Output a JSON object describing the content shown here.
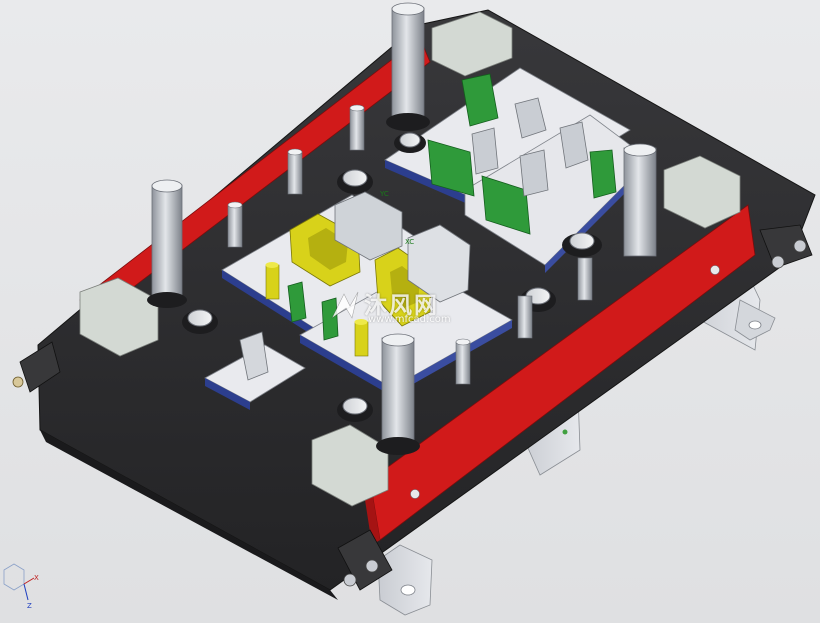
{
  "viewport": {
    "background": "#e4e5e7"
  },
  "model": {
    "base_color": "#2b2b2d",
    "edge_color": "#d11a1a",
    "plate_color": "#e9eaee",
    "insert_green": "#2f9a3a",
    "insert_yellow": "#d8d21a",
    "guide_post_color": "#b8bcc4"
  },
  "csys_tag": "YC",
  "csys_tag_x": "XC",
  "triad": {
    "z_label": "Z",
    "x_label": "X"
  },
  "watermark": {
    "text": "沐风网",
    "url": "www.mfcad.com",
    "logo_icon": "mufeng-logo-icon"
  }
}
